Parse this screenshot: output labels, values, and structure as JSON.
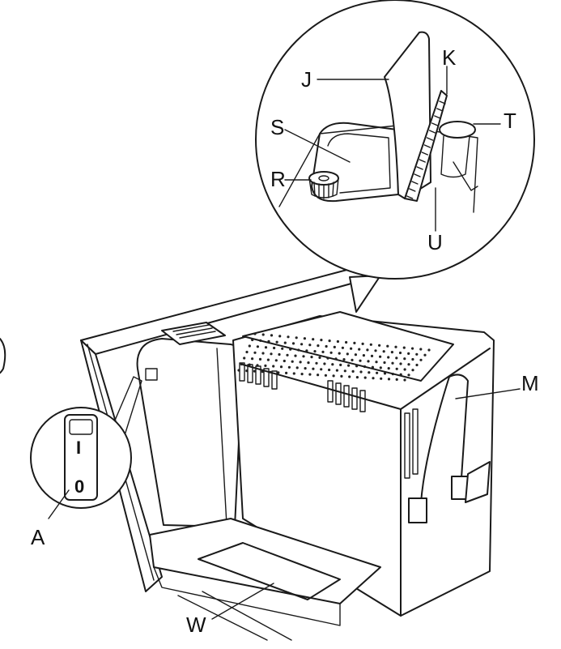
{
  "labels": {
    "j": "J",
    "k": "K",
    "s": "S",
    "t": "T",
    "r": "R",
    "u": "U",
    "m": "M",
    "a": "A",
    "w": "W"
  },
  "switch": {
    "on_symbol": "I",
    "off_symbol": "0"
  }
}
